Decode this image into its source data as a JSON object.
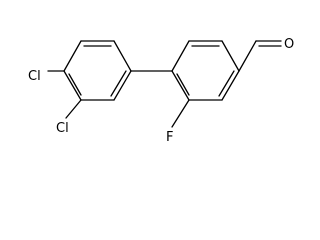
{
  "molecule": {
    "atoms": {
      "cl_upper": "Cl",
      "cl_lower": "Cl",
      "fluorine": "F",
      "aldehyde_oxygen": "O"
    }
  }
}
